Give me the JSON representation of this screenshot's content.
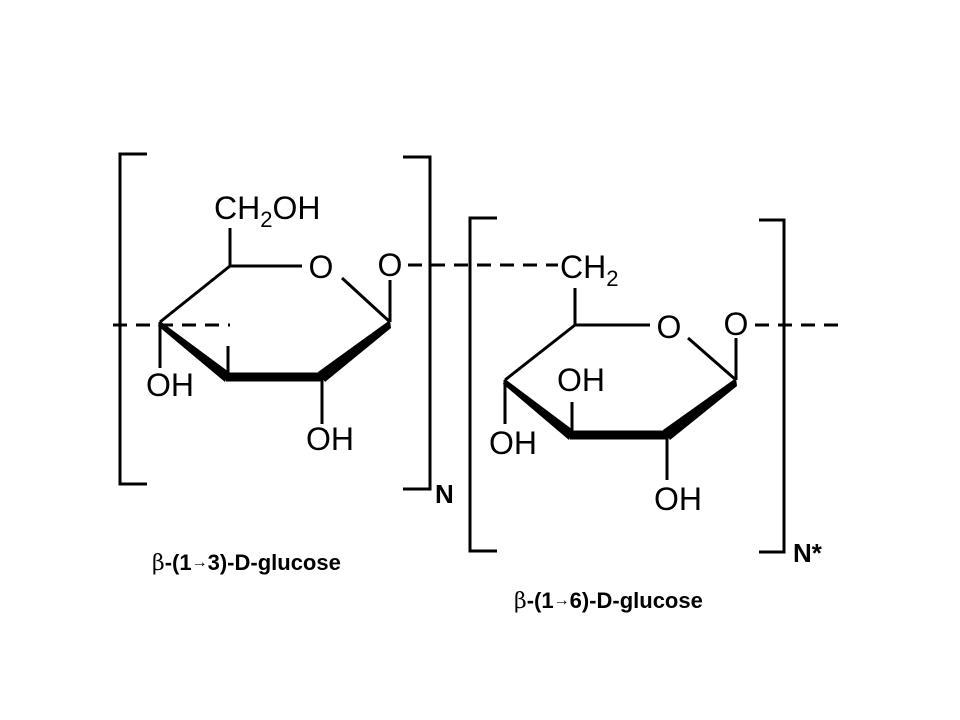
{
  "unit_a": {
    "ch2oh": {
      "main": "CH",
      "sub": "2",
      "tail": "OH"
    },
    "ring_oxygen": "O",
    "anomeric_oxygen": "O",
    "oh_left": "OH",
    "oh_bottom": "OH",
    "repeat_label": "N",
    "caption": {
      "greek": "β",
      "pre": "-(1",
      "arrow": "→",
      "post": "3)-D-glucose"
    }
  },
  "unit_b": {
    "ch2": {
      "main": "CH",
      "sub": "2"
    },
    "ring_oxygen": "O",
    "anomeric_oxygen": "O",
    "oh_upper": "OH",
    "oh_left": "OH",
    "oh_bottom": "OH",
    "repeat_label": "N*",
    "caption": {
      "greek": "β",
      "pre": "-(1",
      "arrow": "→",
      "post": "6)-D-glucose"
    }
  }
}
